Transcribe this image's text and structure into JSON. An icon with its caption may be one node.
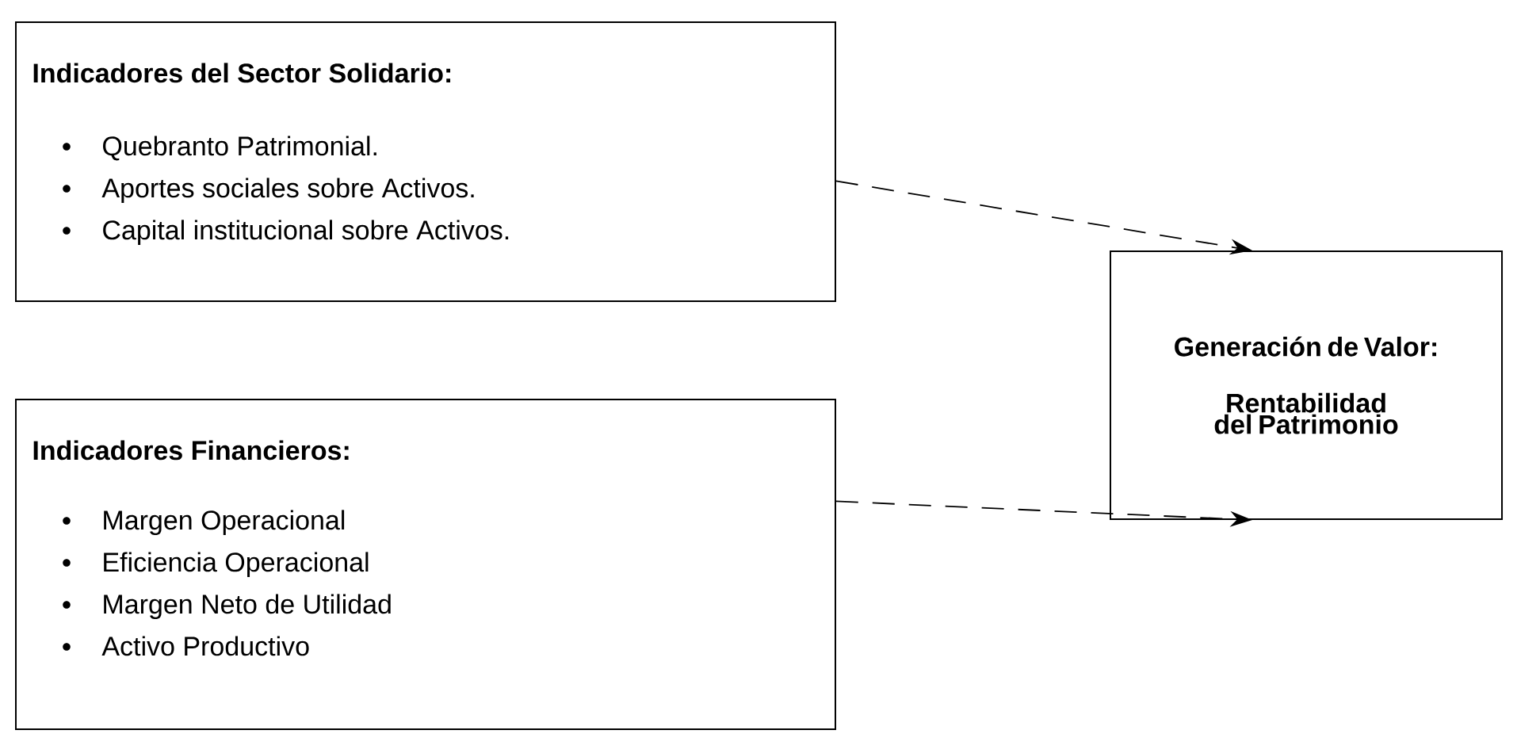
{
  "diagram": {
    "nodes": [
      {
        "text": [
          "Indicadores del Sector Solidario:",
          "Quebranto Patrimonial.",
          "Aportes sociales sobre Activos.",
          "Capital institucional sobre Activos."
        ]
      },
      {
        "text": [
          "Indicadores Financieros:",
          "Margen Operacional",
          "Eficiencia Operacional",
          "Margen Neto de Utilidad",
          "Activo Productivo"
        ]
      },
      {
        "text": [
          "Generación de Valor:",
          "Rentabilidad del Patrimonio"
        ]
      }
    ],
    "edges": [
      {
        "from": 0,
        "to": 2,
        "arrow": "to",
        "style": "dashed"
      },
      {
        "from": 1,
        "to": 2,
        "arrow": "to",
        "style": "dashed"
      }
    ]
  }
}
